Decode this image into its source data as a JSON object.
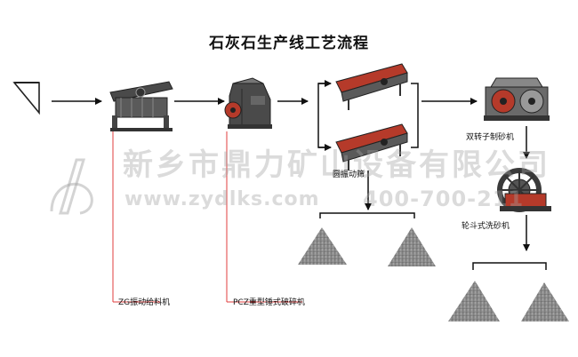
{
  "title": "石灰石生产线工艺流程",
  "labels": {
    "feeder": "ZG振动给料机",
    "crusher": "PCZ重型锤式破碎机",
    "screen": "圆振动筛",
    "sand_maker": "双转子制砂机",
    "sand_washer": "轮斗式洗砂机"
  },
  "watermark": {
    "company": "新乡市鼎力矿山设备有限公司",
    "url": "www.zydlks.com",
    "phone": "400-700-211"
  },
  "colors": {
    "arrow": "#111111",
    "leader_line": "#e23c3c",
    "machine_body": "#3a3a3a",
    "machine_red": "#b53a2a",
    "gravel": "#8a8a8a",
    "watermark": "#a0a0a0"
  }
}
